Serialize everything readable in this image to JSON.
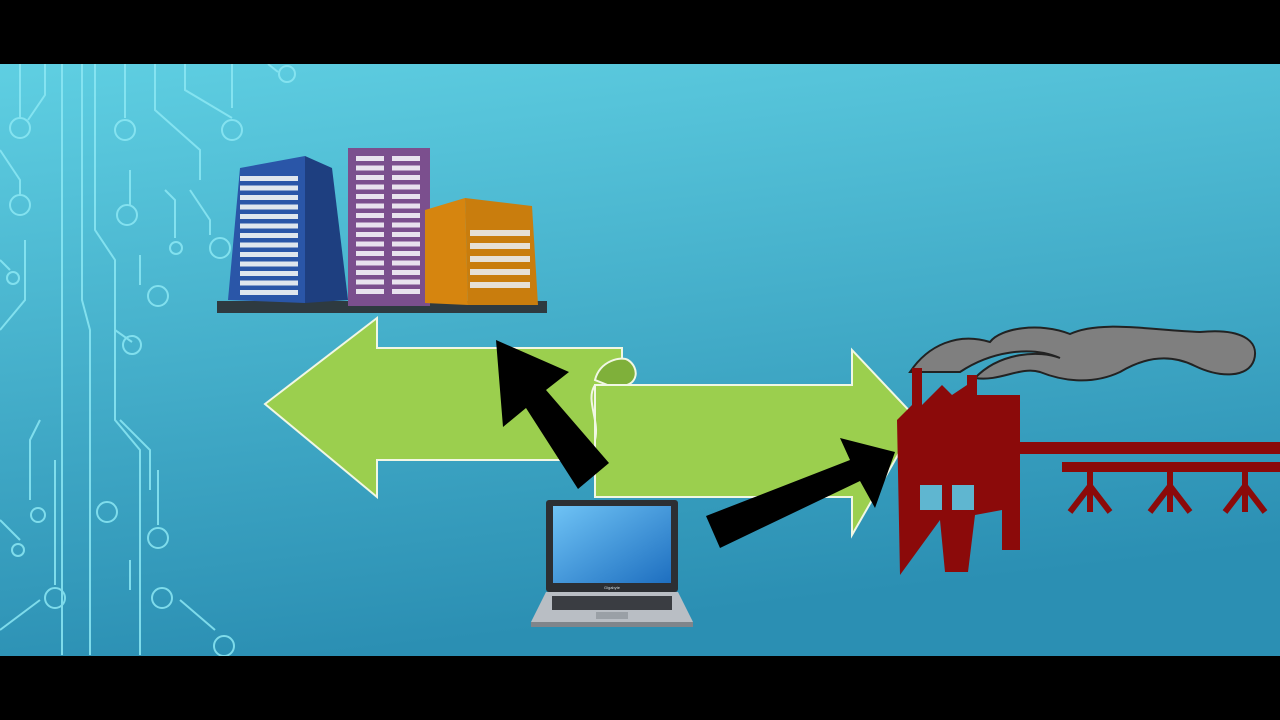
{
  "slide": {
    "background": {
      "top": "#5fcfe2",
      "bottom": "#2b8fb3"
    },
    "circuit_color": "#8ce8f4"
  },
  "elements": {
    "office_buildings": {
      "icon": "office-buildings-icon",
      "colors": [
        "#2a56a8",
        "#7b4f8e",
        "#d6850f"
      ]
    },
    "data_flow_arrow": {
      "icon": "curved-double-arrow-icon",
      "color": "#9bcf4e"
    },
    "laptop": {
      "icon": "laptop-icon",
      "brand": "Gigabyte",
      "screen_color": "#2f8fd6"
    },
    "factory": {
      "icon": "factory-icon",
      "color": "#8b0a0a",
      "smoke_color": "#7f7f7f"
    },
    "pointer_arrows": [
      {
        "from": "laptop",
        "to": "office_buildings",
        "color": "#000000"
      },
      {
        "from": "laptop",
        "to": "factory",
        "color": "#000000"
      }
    ]
  }
}
